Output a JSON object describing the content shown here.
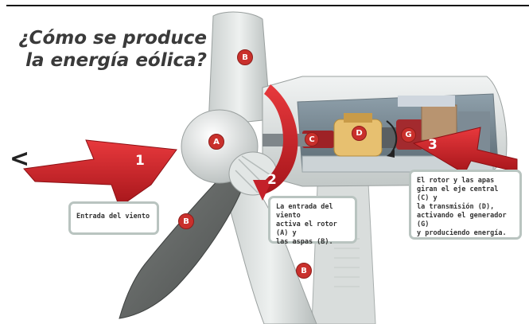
{
  "title": {
    "line1": "¿Cómo se produce",
    "line2": "la energía eólica?"
  },
  "nav": {
    "back_symbol": "<"
  },
  "labels": {
    "blade": "B",
    "rotor": "A",
    "shaft": "C",
    "transmission": "D",
    "generator": "G"
  },
  "steps": [
    "1",
    "2",
    "3"
  ],
  "callouts": {
    "wind_in": "Entrada del viento",
    "step2": [
      "La entrada del viento",
      "activa el rotor (A) y",
      "las aspas (B)."
    ],
    "step3": [
      "El rotor y las apas",
      "giran el eje central (C) y",
      "la transmisión (D),",
      "activando el generador (G)",
      "y produciendo energía."
    ]
  },
  "colors": {
    "arrow_red": "#d1242a",
    "badge_red": "#c9302c",
    "callout_border": "#b9c4c0"
  }
}
